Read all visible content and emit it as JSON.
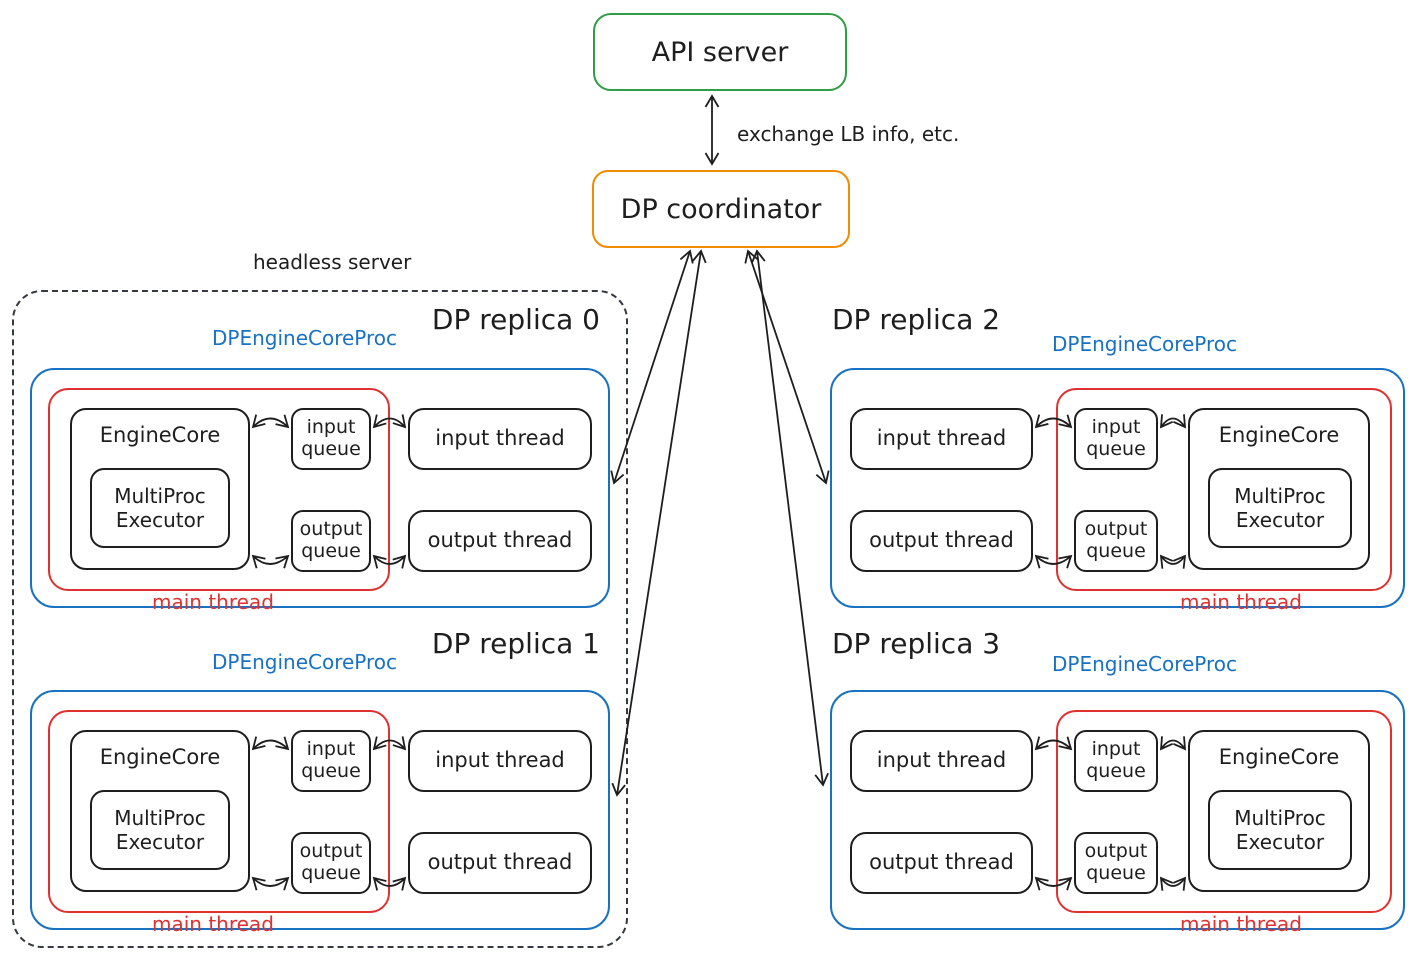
{
  "api_server": {
    "label": "API server"
  },
  "coordinator": {
    "label": "DP coordinator"
  },
  "connection": {
    "label": "exchange LB info, etc."
  },
  "headless": {
    "label": "headless server"
  },
  "shared": {
    "proc_label": "DPEngineCoreProc",
    "main_thread": "main thread",
    "engine_core": "EngineCore",
    "multiproc_executor": "MultiProc Executor",
    "input_queue": "input queue",
    "output_queue": "output queue",
    "input_thread": "input thread",
    "output_thread": "output thread"
  },
  "replicas": [
    {
      "title": "DP replica 0"
    },
    {
      "title": "DP replica 1"
    },
    {
      "title": "DP replica 2"
    },
    {
      "title": "DP replica 3"
    }
  ],
  "colors": {
    "green": "#2f9e44",
    "orange": "#f08c00",
    "blue": "#1971c2",
    "red": "#e03131",
    "ink": "#1e1e1e"
  }
}
